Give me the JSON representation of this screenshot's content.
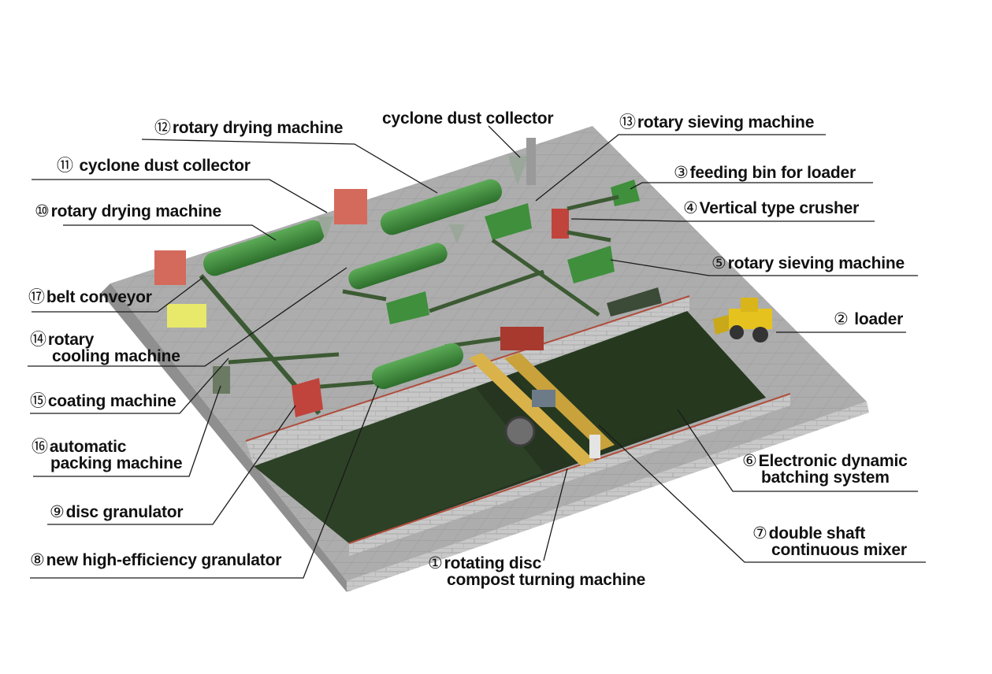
{
  "labels": {
    "l12": {
      "num": "⑫",
      "text": "rotary drying machine"
    },
    "cyclone_top": {
      "text": "cyclone dust collector"
    },
    "l13": {
      "num": "⑬",
      "text": "rotary sieving machine"
    },
    "l11": {
      "num": "⑪",
      "text": "cyclone dust collector"
    },
    "l3": {
      "num": "③",
      "text": "feeding bin for loader"
    },
    "l10": {
      "num": "⑩",
      "text": "rotary drying machine"
    },
    "l4": {
      "num": "④",
      "text": "Vertical type crusher"
    },
    "l5": {
      "num": "⑤",
      "text": "rotary sieving machine"
    },
    "l17": {
      "num": "⑰",
      "text": "belt conveyor"
    },
    "l2": {
      "num": "②",
      "text": "loader"
    },
    "l14": {
      "num": "⑭",
      "line1": "rotary",
      "line2": "cooling machine"
    },
    "l15": {
      "num": "⑮",
      "text": "coating machine"
    },
    "l16": {
      "num": "⑯",
      "line1": "automatic",
      "line2": "packing machine"
    },
    "l6": {
      "num": "⑥",
      "line1": "Electronic dynamic",
      "line2": "batching system"
    },
    "l9": {
      "num": "⑨",
      "text": "disc granulator"
    },
    "l7": {
      "num": "⑦",
      "line1": "double shaft",
      "line2": "continuous mixer"
    },
    "l8": {
      "num": "⑧",
      "text": "new high-efficiency granulator"
    },
    "l1": {
      "num": "①",
      "line1": "rotating disc",
      "line2": "compost turning machine"
    }
  },
  "colors": {
    "floor": "#a9a9a9",
    "wall": "#c4c4c4",
    "compost": "#2a3a22",
    "machine_green": "#3f8f3c",
    "crusher_red": "#c1443c",
    "loader_yellow": "#e6c21e",
    "leader_line": "#1a1a1a"
  }
}
